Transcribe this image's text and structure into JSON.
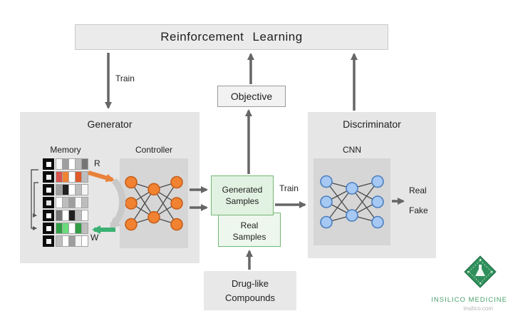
{
  "title": "Reinforcement Learning",
  "objective_label": "Objective",
  "arrows": {
    "train_generator": "Train",
    "train_discriminator": "Train"
  },
  "generator": {
    "title": "Generator",
    "memory_label": "Memory",
    "controller_label": "Controller",
    "read_label": "R",
    "write_label": "W"
  },
  "samples": {
    "generated": {
      "line1": "Generated",
      "line2": "Samples"
    },
    "real": {
      "line1": "Real",
      "line2": "Samples"
    }
  },
  "discriminator": {
    "title": "Discriminator",
    "cnn_label": "CNN",
    "output_real": "Real",
    "output_fake": "Fake"
  },
  "compounds": {
    "line1": "Drug-like",
    "line2": "Compounds"
  },
  "branding": {
    "company": "INSILICO MEDICINE",
    "website": "insilico.com"
  },
  "colors": {
    "arrow_gray": "#666666",
    "accent_orange": "#e8823a",
    "accent_green": "#3bb273",
    "sample_border": "#74b774",
    "logo_green": "#2f8f5b"
  },
  "memory": {
    "tape_inner": [
      "#ffffff",
      "#f2f2f2",
      "#ffffff",
      "#e3e3e3",
      "#ffffff",
      "#ffffff",
      "#f2f2f2"
    ],
    "rows": [
      [
        "#f5f5f5",
        "#9e9e9e",
        "#ffffff",
        "#bdbdbd",
        "#757575"
      ],
      [
        "#d9534f",
        "#f08232",
        "#ffffff",
        "#e05a2b",
        "#bdbdbd"
      ],
      [
        "#9e9e9e",
        "#212121",
        "#ffffff",
        "#bdbdbd",
        "#f5f5f5"
      ],
      [
        "#ffffff",
        "#bdbdbd",
        "#9e9e9e",
        "#f5f5f5",
        "#bdbdbd"
      ],
      [
        "#757575",
        "#ffffff",
        "#212121",
        "#bdbdbd",
        "#ffffff"
      ],
      [
        "#2f9e44",
        "#69db7c",
        "#ffffff",
        "#2f9e44",
        "#bdbdbd"
      ],
      [
        "#bdbdbd",
        "#ffffff",
        "#9e9e9e",
        "#f5f5f5",
        "#ffffff"
      ]
    ]
  },
  "networks": {
    "generator": {
      "layers": [
        3,
        2,
        3
      ],
      "node_fill": "#f08232",
      "node_stroke": "#c65f1a"
    },
    "discriminator": {
      "layers": [
        3,
        2,
        3
      ],
      "node_fill": "#a6c8f2",
      "node_stroke": "#4a7fc1"
    }
  }
}
